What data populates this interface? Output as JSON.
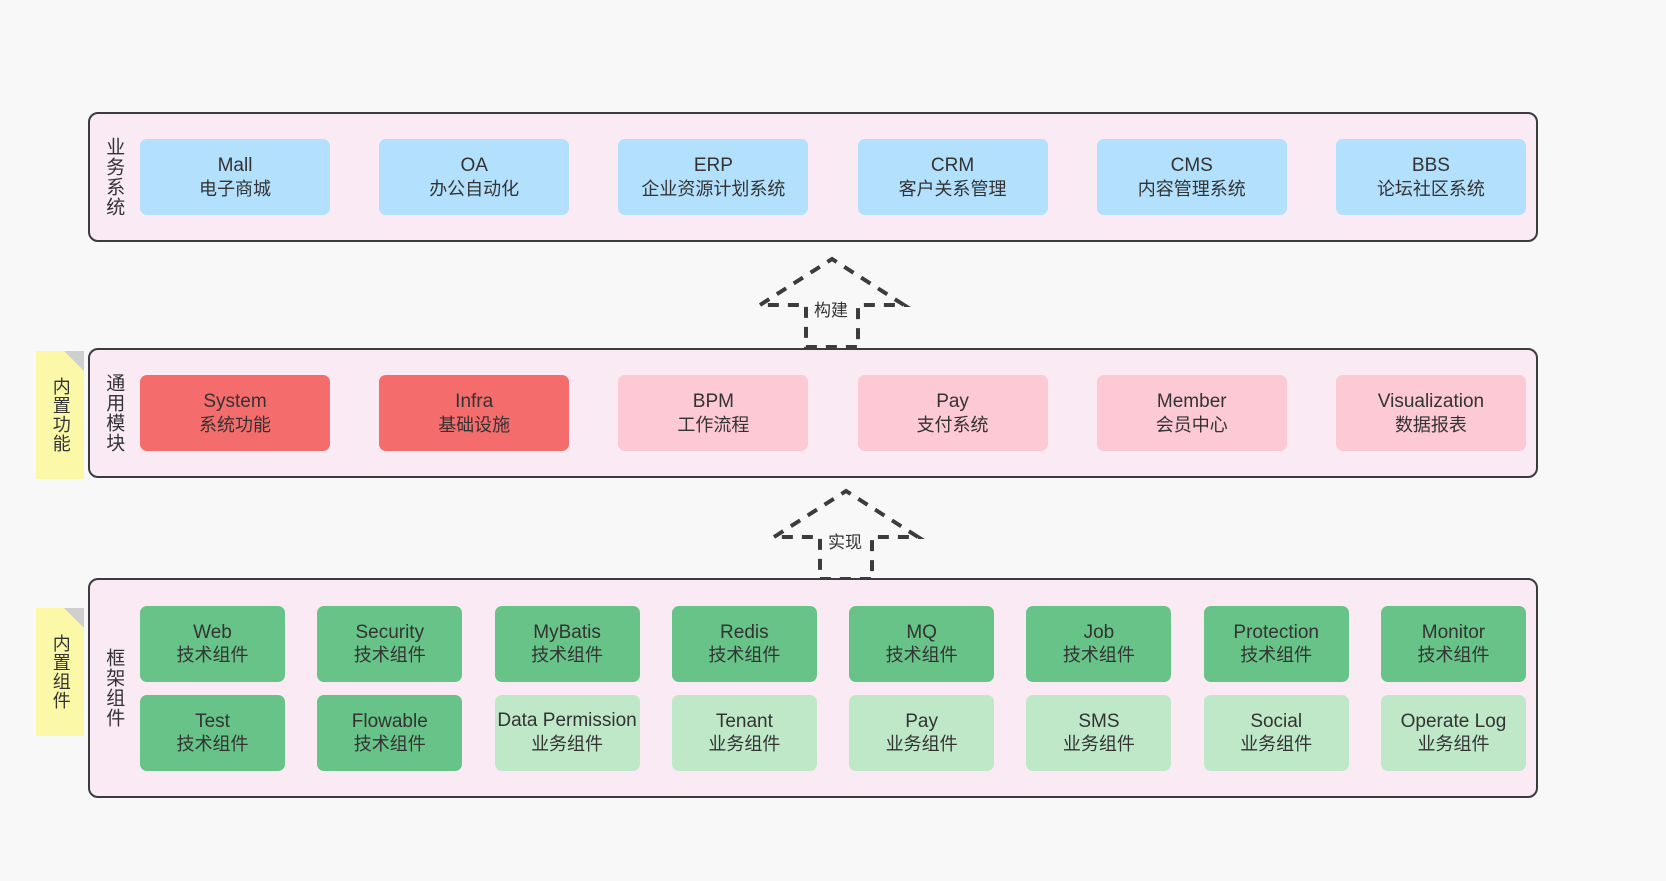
{
  "diagram": {
    "background_color": "#f8f8f8",
    "layer_fill": "#f9eaf4",
    "layer_border": "#3c3c3c"
  },
  "notes": [
    {
      "name": "builtin-functions",
      "text": "内置功能",
      "color": "#fbf8a8"
    },
    {
      "name": "builtin-components",
      "text": "内置组件",
      "color": "#fbf8a8"
    }
  ],
  "layers": {
    "business": {
      "title": "业务系统",
      "card_color": "#b3e0fc",
      "cards": [
        {
          "title": "Mall",
          "sub": "电子商城"
        },
        {
          "title": "OA",
          "sub": "办公自动化"
        },
        {
          "title": "ERP",
          "sub": "企业资源计划系统"
        },
        {
          "title": "CRM",
          "sub": "客户关系管理"
        },
        {
          "title": "CMS",
          "sub": "内容管理系统"
        },
        {
          "title": "BBS",
          "sub": "论坛社区系统"
        }
      ]
    },
    "modules": {
      "title": "通用模块",
      "card_color": "#fcc9d4",
      "accent_color": "#f56c6c",
      "cards": [
        {
          "title": "System",
          "sub": "系统功能",
          "accent": true
        },
        {
          "title": "Infra",
          "sub": "基础设施",
          "accent": true
        },
        {
          "title": "BPM",
          "sub": "工作流程",
          "accent": false
        },
        {
          "title": "Pay",
          "sub": "支付系统",
          "accent": false
        },
        {
          "title": "Member",
          "sub": "会员中心",
          "accent": false
        },
        {
          "title": "Visualization",
          "sub": "数据报表",
          "accent": false
        }
      ]
    },
    "framework": {
      "title": "框架组件",
      "tech_color": "#67c387",
      "biz_color": "#bfe8c8",
      "row1": [
        {
          "title": "Web",
          "sub": "技术组件"
        },
        {
          "title": "Security",
          "sub": "技术组件"
        },
        {
          "title": "MyBatis",
          "sub": "技术组件"
        },
        {
          "title": "Redis",
          "sub": "技术组件"
        },
        {
          "title": "MQ",
          "sub": "技术组件"
        },
        {
          "title": "Job",
          "sub": "技术组件"
        },
        {
          "title": "Protection",
          "sub": "技术组件"
        },
        {
          "title": "Monitor",
          "sub": "技术组件"
        }
      ],
      "row2": [
        {
          "title": "Test",
          "sub": "技术组件",
          "type": "tech"
        },
        {
          "title": "Flowable",
          "sub": "技术组件",
          "type": "tech"
        },
        {
          "title": "Data Permission",
          "sub": "业务组件",
          "type": "biz"
        },
        {
          "title": "Tenant",
          "sub": "业务组件",
          "type": "biz"
        },
        {
          "title": "Pay",
          "sub": "业务组件",
          "type": "biz"
        },
        {
          "title": "SMS",
          "sub": "业务组件",
          "type": "biz"
        },
        {
          "title": "Social",
          "sub": "业务组件",
          "type": "biz"
        },
        {
          "title": "Operate Log",
          "sub": "业务组件",
          "type": "biz"
        }
      ]
    }
  },
  "arrows": [
    {
      "name": "build",
      "label": "构建",
      "style": "dashed-hollow-up"
    },
    {
      "name": "implement",
      "label": "实现",
      "style": "dashed-hollow-up"
    }
  ]
}
